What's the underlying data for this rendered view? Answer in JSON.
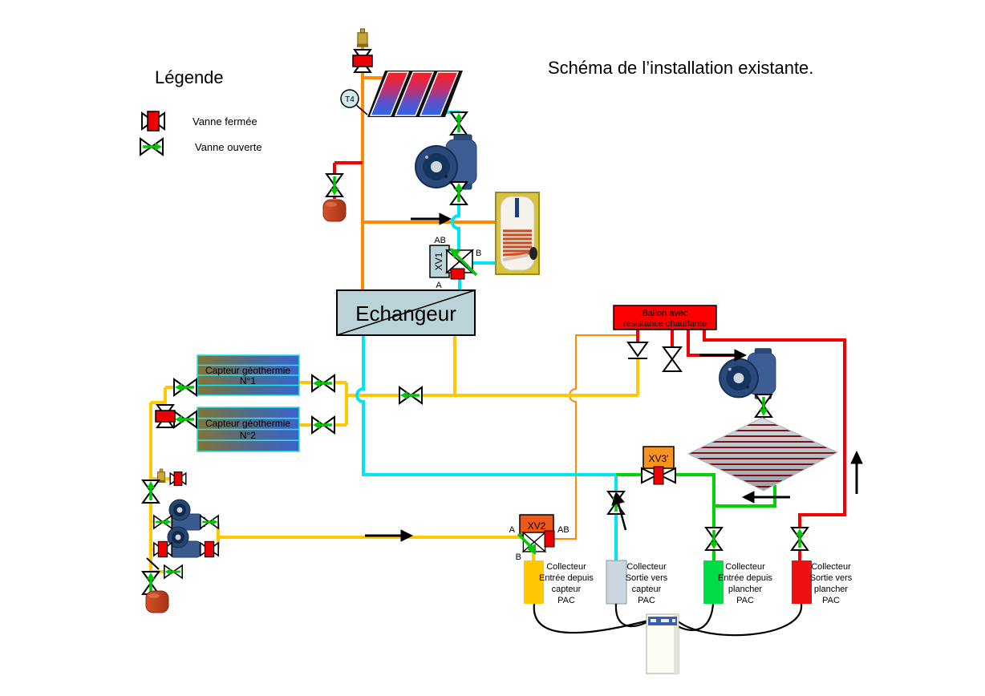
{
  "title": "Schéma de l’installation existante.",
  "legend": {
    "title": "Légende",
    "closed_label": "Vanne fermée",
    "open_label": "Vanne ouverte"
  },
  "t4_label": "T4",
  "exchanger": {
    "label": "Echangeur"
  },
  "ballon": {
    "lines": [
      "Ballon avec",
      "résistance chauffante"
    ]
  },
  "geothermal": {
    "n1": [
      "Capteur géothermie",
      "N°1"
    ],
    "n2": [
      "Capteur géothermie",
      "N°2"
    ]
  },
  "xv1": {
    "label": "XV1",
    "ab": "AB",
    "a": "A",
    "b": "B"
  },
  "xv2": {
    "label": "XV2",
    "ab": "AB",
    "a": "A",
    "b": "B"
  },
  "xv3": {
    "label": "XV3'"
  },
  "collectors": [
    {
      "lines": [
        "Collecteur",
        "Entrée depuis",
        "capteur",
        "PAC"
      ],
      "color": "#FFC800"
    },
    {
      "lines": [
        "Collecteur",
        "Sortie vers",
        "capteur",
        "PAC"
      ],
      "color": "#C9D8DE"
    },
    {
      "lines": [
        "Collecteur",
        "Entrée depuis",
        "plancher",
        "PAC"
      ],
      "color": "#00DD44"
    },
    {
      "lines": [
        "Collecteur",
        "Sortie vers",
        "plancher",
        "PAC"
      ],
      "color": "#EE1111"
    }
  ],
  "colors": {
    "pipe_orange": "#FF8A00",
    "pipe_yellow": "#FFC800",
    "pipe_cyan": "#00E4F4",
    "pipe_green": "#00D400",
    "pipe_red": "#F40000",
    "valve_open_green": "#00C800",
    "valve_closed_red": "#EE0000",
    "exchanger_fill": "#B9D3D8",
    "ballon_fill": "#FF0000",
    "xv1_fill": "#B9D3D8",
    "xv2_fill": "#F05818",
    "xv3_fill": "#F79420",
    "geo_gradient": [
      "#827434",
      "#3A64CC"
    ]
  }
}
